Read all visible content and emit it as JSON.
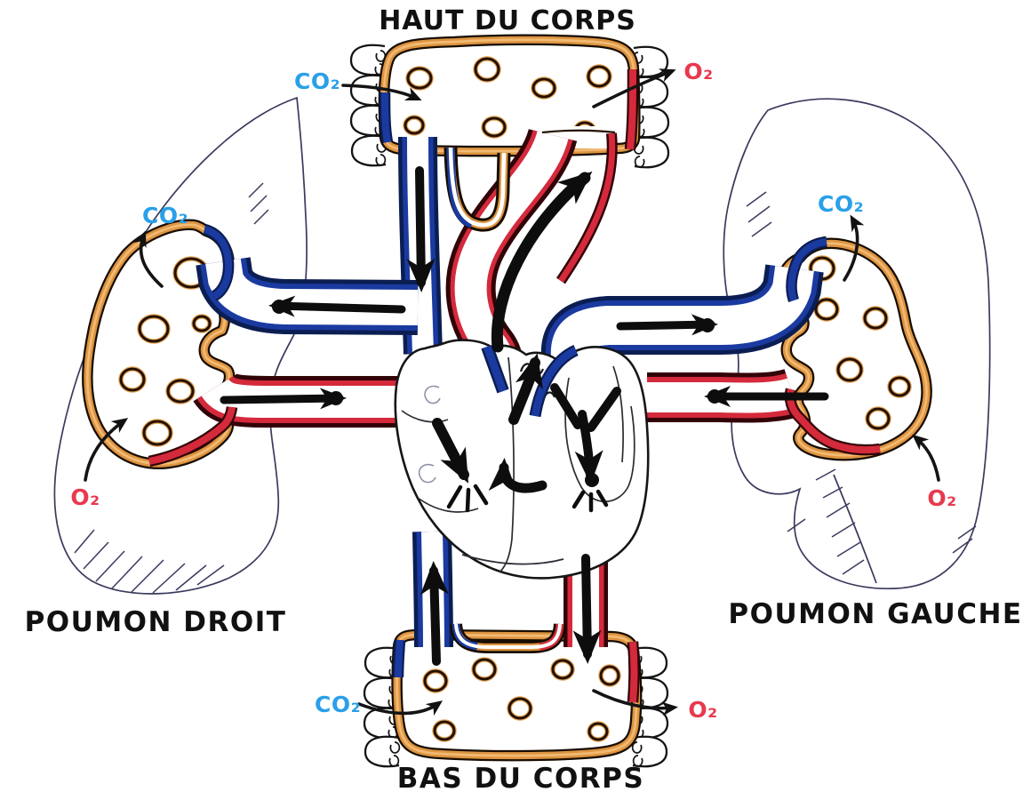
{
  "regions": {
    "upper_body": {
      "label": "HAUT DU CORPS",
      "co2": "CO₂",
      "o2": "O₂"
    },
    "lower_body": {
      "label": "BAS DU CORPS",
      "co2": "CO₂",
      "o2": "O₂"
    },
    "right_lung": {
      "label": "POUMON DROIT",
      "co2": "CO₂",
      "o2": "O₂"
    },
    "left_lung": {
      "label": "POUMON GAUCHE",
      "co2": "CO₂",
      "o2": "O₂"
    }
  },
  "colors": {
    "co2_label": "#2aa0e8",
    "o2_label": "#e8394e",
    "deoxygenated_vessel": "#1b3aa0",
    "oxygenated_vessel": "#d42a3c",
    "capillary_bed": "#dd9440",
    "flow_arrow": "#0d0d0d",
    "outline": "#161616",
    "lung_outline": "#3a3a5e",
    "background": "#ffffff"
  }
}
